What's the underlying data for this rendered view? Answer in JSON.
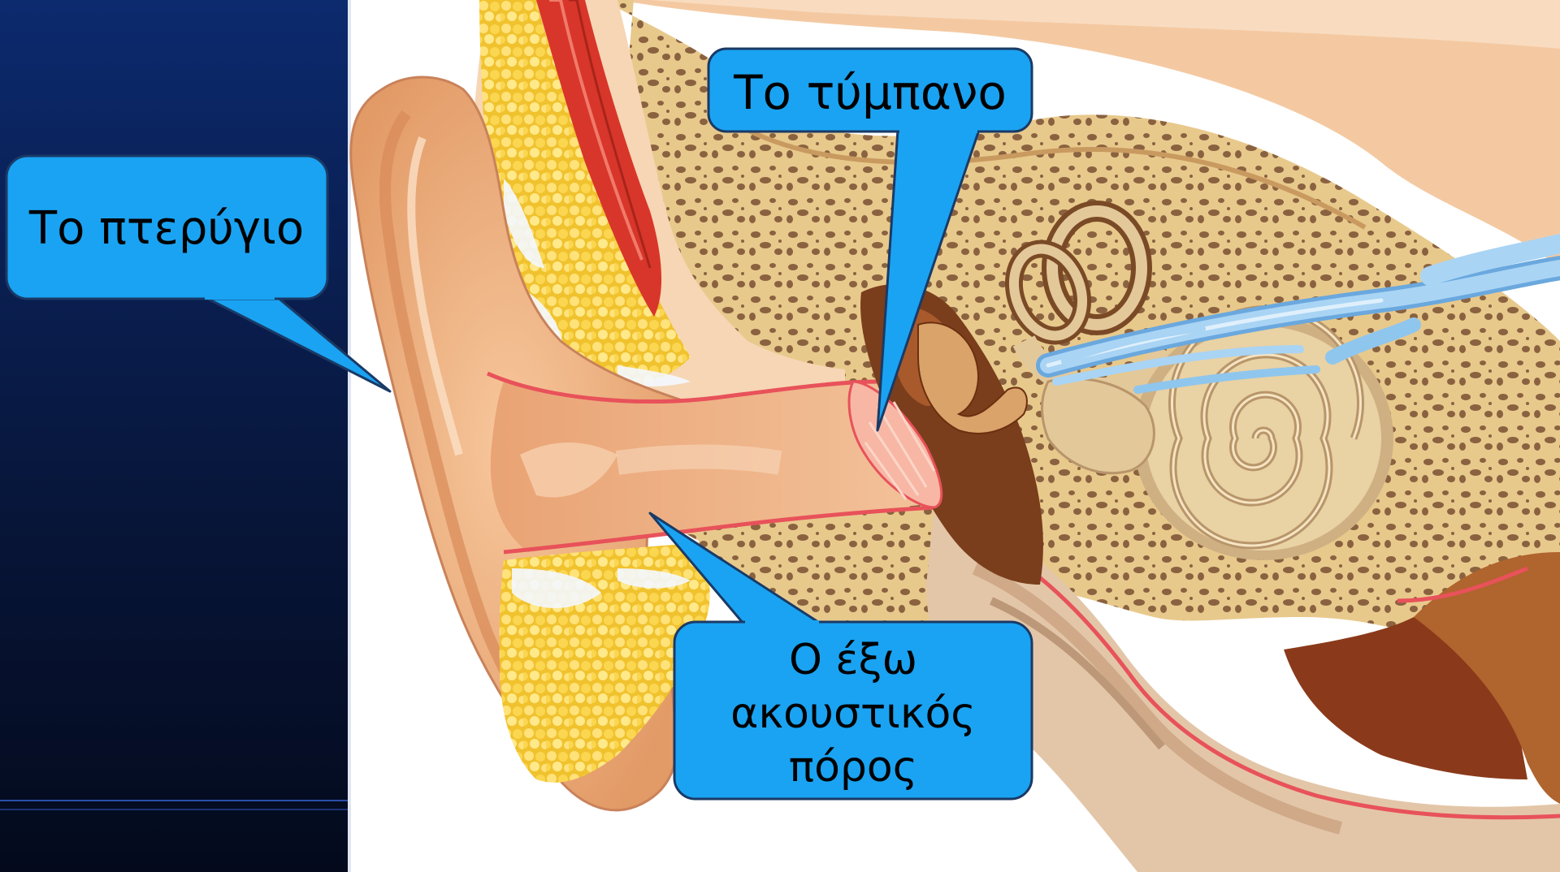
{
  "labels": {
    "pinna": "Το πτερύγιο",
    "eardrum": "Το τύμπανο",
    "canal": [
      "Ο έξω",
      "ακουστικός",
      "πόρος"
    ]
  },
  "colors": {
    "callout_fill": "#1aa3f2",
    "callout_stroke": "#1a3a66",
    "panel_top": "#0c2a6e",
    "panel_bottom": "#040a1c",
    "skin": "#f2b07c",
    "skin_light": "#f7c79c",
    "skin_dark": "#d98a58",
    "bone": "#e8c98c",
    "bone_spot": "#8a6240",
    "fat": "#f3cf3c",
    "fat_light": "#ffe98a",
    "muscle": "#d8362a",
    "canal_lining": "#e8525a",
    "nerve": "#8fc6ee",
    "cochlea": "#e9d2a4",
    "middle_ear": "#7a3e1c"
  }
}
